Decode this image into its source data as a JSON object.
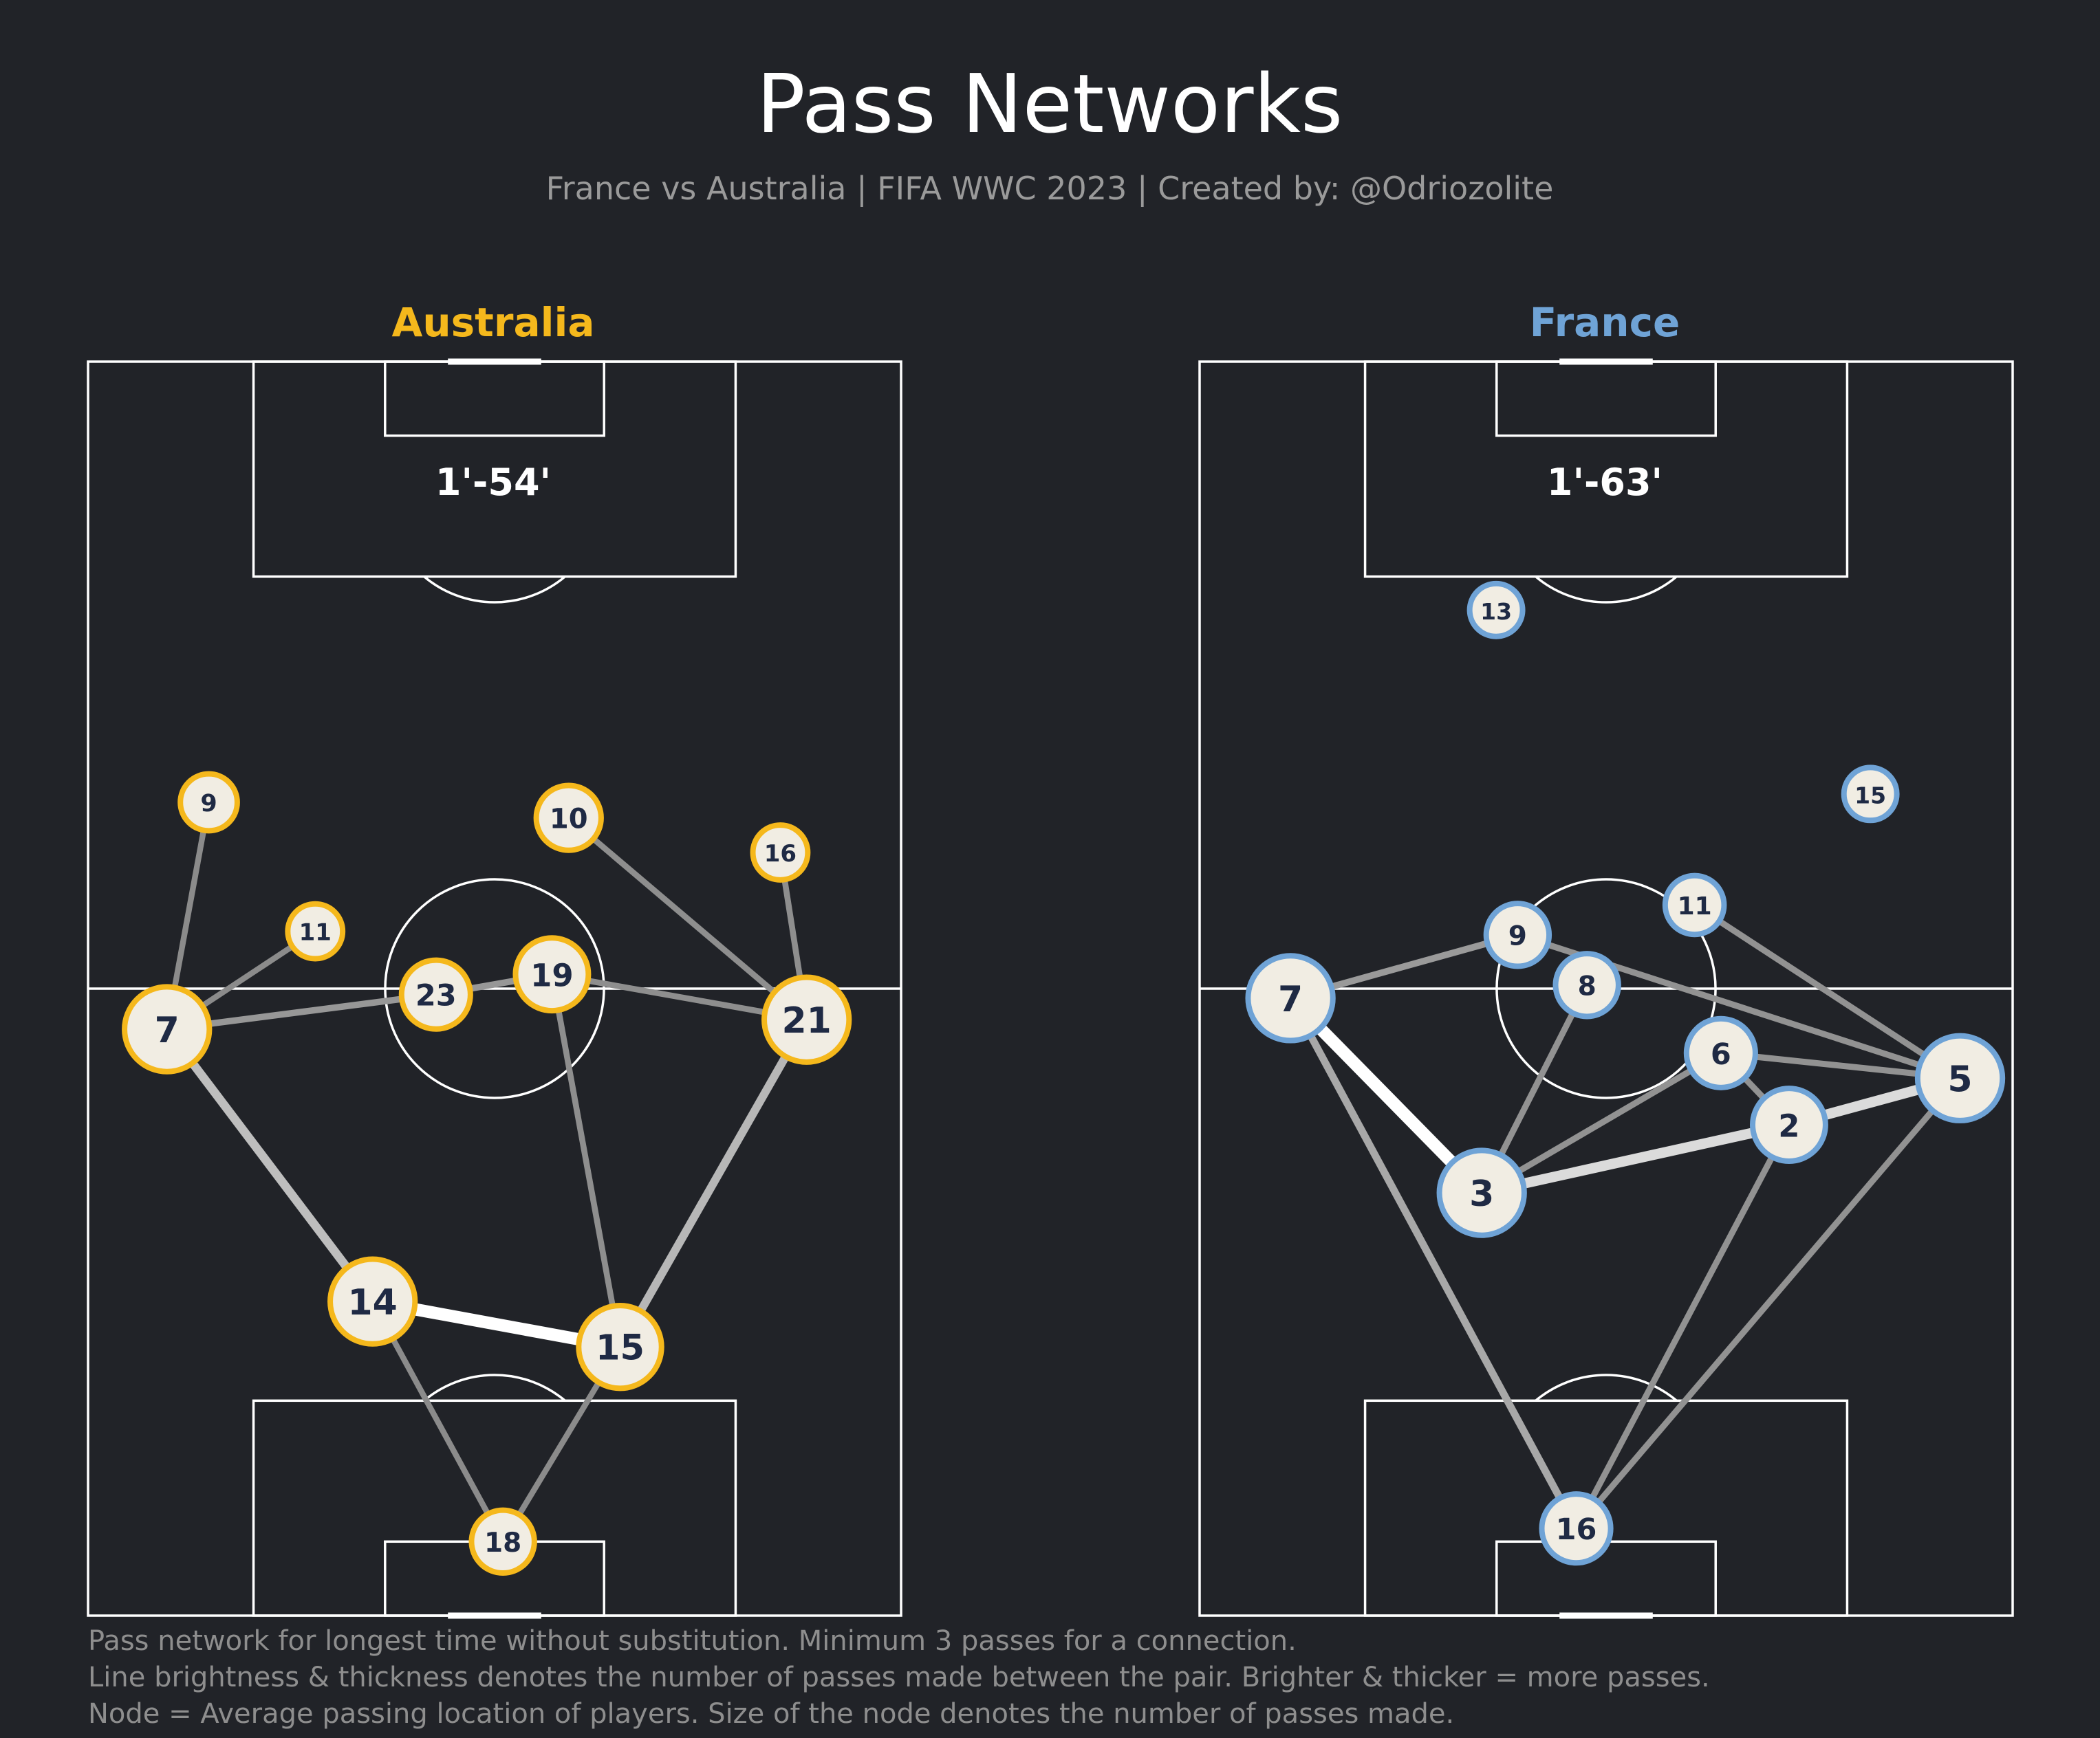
{
  "title": "Pass Networks",
  "subtitle": "France vs Australia | FIFA WWC 2023 | Created by: @Odriozolite",
  "footnotes": [
    "Pass network for longest time without substitution. Minimum 3 passes for a connection.",
    "Line brightness & thickness denotes the number of passes made between the pair. Brighter & thicker = more passes.",
    "Node = Average passing location of players. Size of the node denotes the number of passes made."
  ],
  "colors": {
    "background": "#212328",
    "australia": "#f5b81c",
    "france": "#6fa3d6",
    "node_fill": "#f1ede3",
    "node_text": "#1f2a44"
  },
  "chart_data": [
    {
      "type": "network",
      "team": "Australia",
      "period": "1'-54'",
      "accent": "#f5b81c",
      "x_range": [
        0,
        68
      ],
      "y_range": [
        0,
        105
      ],
      "nodes": [
        {
          "id": "9",
          "x": 10.1,
          "y": 68.1,
          "size": 0.15
        },
        {
          "id": "10",
          "x": 40.2,
          "y": 66.8,
          "size": 0.35
        },
        {
          "id": "16",
          "x": 57.9,
          "y": 63.9,
          "size": 0.1
        },
        {
          "id": "11",
          "x": 19.0,
          "y": 57.3,
          "size": 0.1
        },
        {
          "id": "23",
          "x": 29.1,
          "y": 52.0,
          "size": 0.45
        },
        {
          "id": "19",
          "x": 38.8,
          "y": 53.7,
          "size": 0.55
        },
        {
          "id": "7",
          "x": 6.6,
          "y": 49.1,
          "size": 0.85
        },
        {
          "id": "21",
          "x": 60.1,
          "y": 49.9,
          "size": 0.85
        },
        {
          "id": "14",
          "x": 23.8,
          "y": 26.3,
          "size": 0.85
        },
        {
          "id": "15",
          "x": 44.5,
          "y": 22.5,
          "size": 0.8
        },
        {
          "id": "18",
          "x": 34.7,
          "y": 6.2,
          "size": 0.3
        }
      ],
      "edges": [
        {
          "from": "14",
          "to": "15",
          "passes": 1.0
        },
        {
          "from": "7",
          "to": "14",
          "passes": 0.55
        },
        {
          "from": "21",
          "to": "15",
          "passes": 0.5
        },
        {
          "from": "7",
          "to": "23",
          "passes": 0.28
        },
        {
          "from": "23",
          "to": "19",
          "passes": 0.28
        },
        {
          "from": "19",
          "to": "21",
          "passes": 0.22
        },
        {
          "from": "19",
          "to": "15",
          "passes": 0.22
        },
        {
          "from": "10",
          "to": "21",
          "passes": 0.22
        },
        {
          "from": "16",
          "to": "21",
          "passes": 0.22
        },
        {
          "from": "9",
          "to": "7",
          "passes": 0.2
        },
        {
          "from": "11",
          "to": "7",
          "passes": 0.2
        },
        {
          "from": "14",
          "to": "18",
          "passes": 0.2
        },
        {
          "from": "15",
          "to": "18",
          "passes": 0.2
        }
      ]
    },
    {
      "type": "network",
      "team": "France",
      "period": "1'-63'",
      "accent": "#6fa3d6",
      "x_range": [
        0,
        68
      ],
      "y_range": [
        0,
        105
      ],
      "nodes": [
        {
          "id": "13",
          "x": 24.8,
          "y": 84.2,
          "size": 0.05
        },
        {
          "id": "15",
          "x": 56.1,
          "y": 68.8,
          "size": 0.05
        },
        {
          "id": "11",
          "x": 41.4,
          "y": 59.5,
          "size": 0.2
        },
        {
          "id": "9",
          "x": 26.6,
          "y": 57.0,
          "size": 0.3
        },
        {
          "id": "8",
          "x": 32.4,
          "y": 52.8,
          "size": 0.3
        },
        {
          "id": "7",
          "x": 7.6,
          "y": 51.7,
          "size": 0.85
        },
        {
          "id": "6",
          "x": 43.6,
          "y": 47.1,
          "size": 0.45
        },
        {
          "id": "5",
          "x": 63.6,
          "y": 45.0,
          "size": 0.85
        },
        {
          "id": "2",
          "x": 49.3,
          "y": 41.1,
          "size": 0.55
        },
        {
          "id": "3",
          "x": 23.6,
          "y": 35.4,
          "size": 0.85
        },
        {
          "id": "16",
          "x": 31.5,
          "y": 7.3,
          "size": 0.45
        }
      ],
      "edges": [
        {
          "from": "7",
          "to": "3",
          "passes": 1.0
        },
        {
          "from": "3",
          "to": "2",
          "passes": 0.75
        },
        {
          "from": "2",
          "to": "5",
          "passes": 0.75
        },
        {
          "from": "7",
          "to": "16",
          "passes": 0.4
        },
        {
          "from": "7",
          "to": "9",
          "passes": 0.3
        },
        {
          "from": "9",
          "to": "5",
          "passes": 0.25
        },
        {
          "from": "11",
          "to": "5",
          "passes": 0.25
        },
        {
          "from": "6",
          "to": "5",
          "passes": 0.25
        },
        {
          "from": "6",
          "to": "2",
          "passes": 0.25
        },
        {
          "from": "3",
          "to": "8",
          "passes": 0.25
        },
        {
          "from": "3",
          "to": "6",
          "passes": 0.25
        },
        {
          "from": "2",
          "to": "16",
          "passes": 0.25
        },
        {
          "from": "5",
          "to": "16",
          "passes": 0.25
        }
      ]
    }
  ]
}
